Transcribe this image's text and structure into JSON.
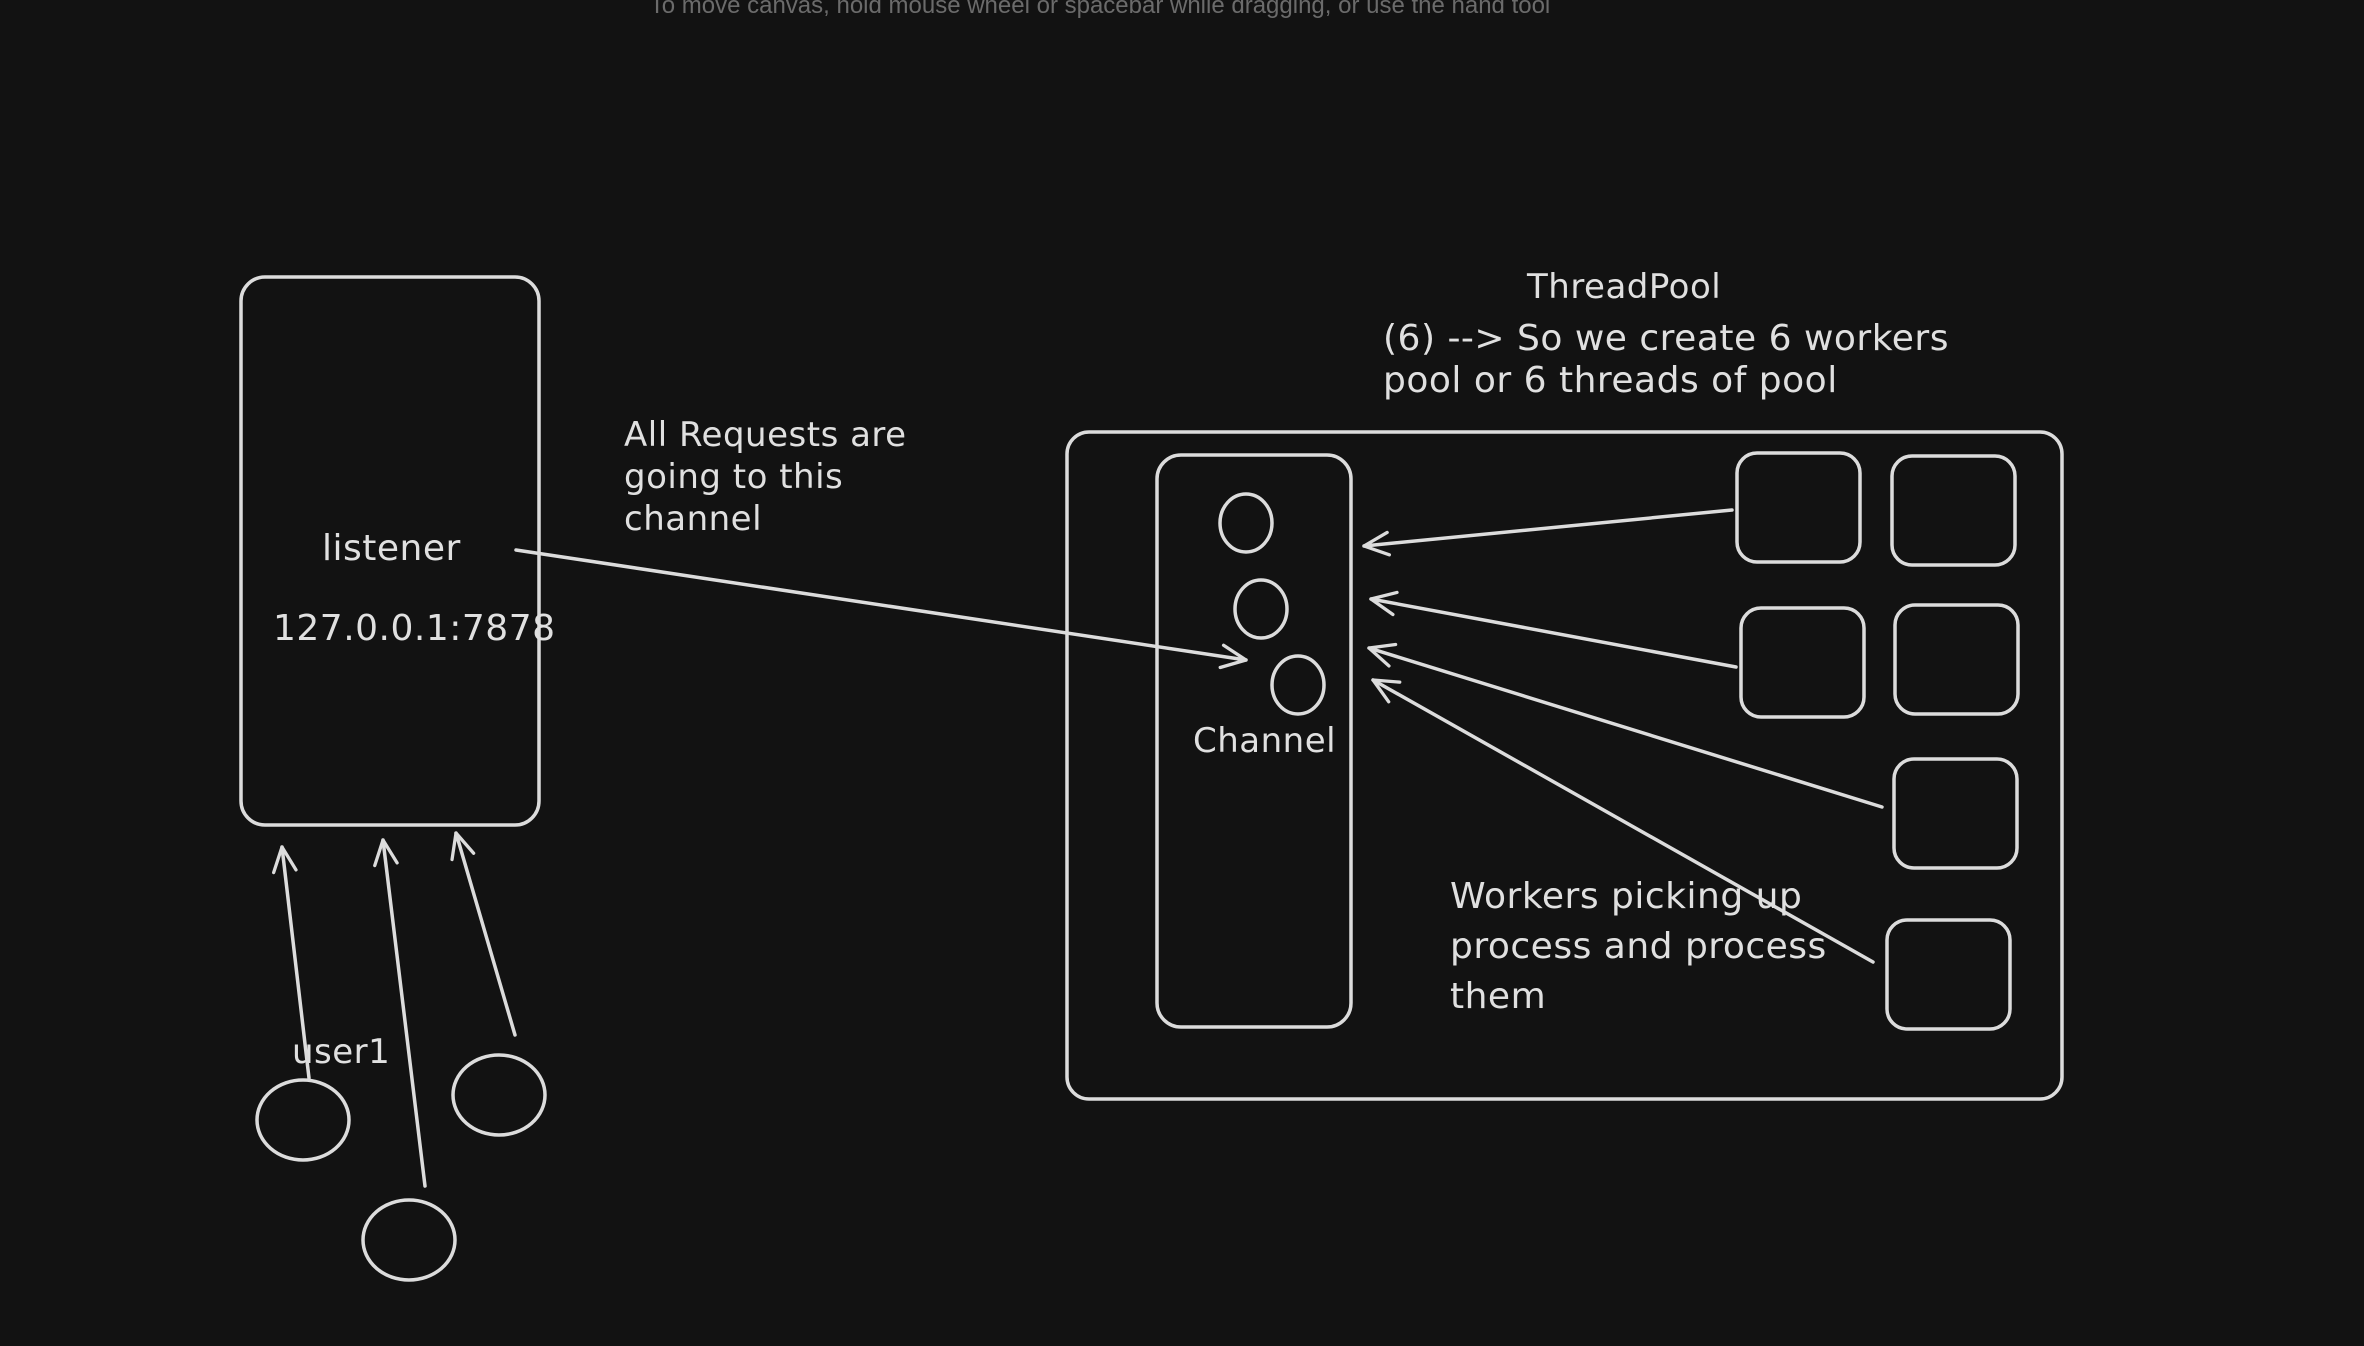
{
  "canvas": {
    "hint": "To move canvas, hold mouse wheel or spacebar while dragging, or use the hand tool",
    "background_color": "#121212",
    "stroke_color": "#dcdcdc"
  },
  "listener": {
    "title": "listener",
    "address": "127.0.0.1:7878"
  },
  "requests_note": {
    "line1": "All Requests are",
    "line2": "going to this",
    "line3": "channel"
  },
  "users": {
    "user1_label": "user1"
  },
  "threadpool": {
    "title": "ThreadPool",
    "note_line1": "(6) --> So we create 6 workers",
    "note_line2": "pool or 6 threads of pool"
  },
  "channel": {
    "label": "Channel"
  },
  "workers_note": {
    "line1": "Workers picking up",
    "line2": "process and process",
    "line3": "them"
  }
}
